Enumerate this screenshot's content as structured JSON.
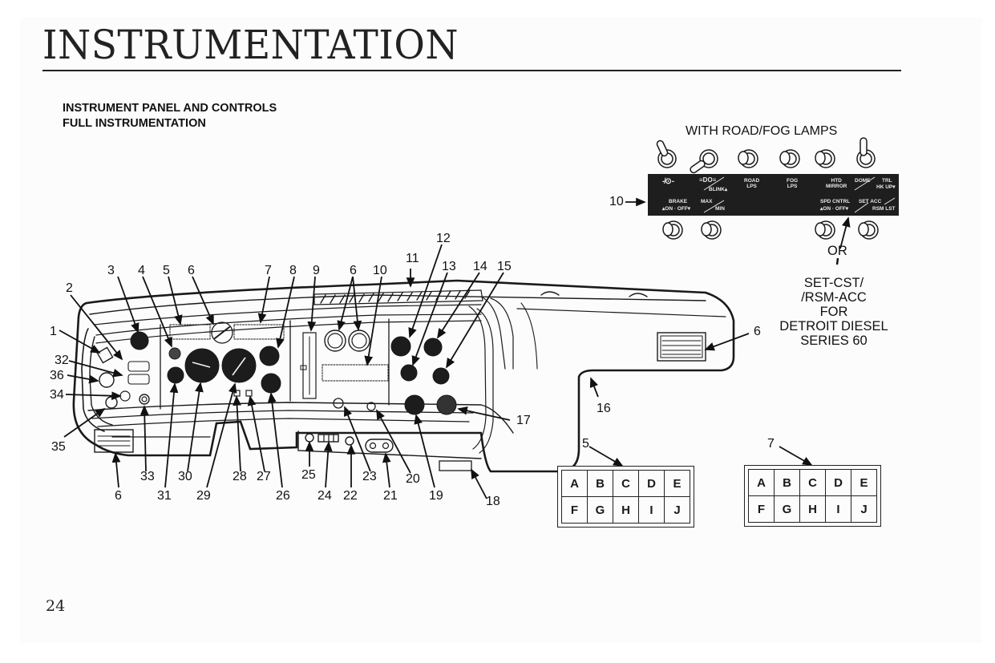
{
  "page": {
    "title": "INSTRUMENTATION",
    "subtitle_line1": "INSTRUMENT PANEL AND CONTROLS",
    "subtitle_line2": "FULL INSTRUMENTATION",
    "page_number": "24"
  },
  "switch_panel": {
    "heading": "WITH ROAD/FOG LAMPS",
    "callout": "10",
    "labels": {
      "dome_light_icon": "-̸⊙-",
      "headlamp_icon": "≡DO≡",
      "blink": "BLINK▴",
      "road_lps": "ROAD\nLPS",
      "fog_lps": "FOG\nLPS",
      "htd_mirror": "HTD\nMIRROR",
      "dome": "DOME",
      "trl": "TRL",
      "hk_up": "HK UP▾",
      "brake": "BRAKE",
      "brake_state": "▴ON · OFF▾",
      "max": "MAX",
      "min": "MIN",
      "spd_cntrl": "SPD CNTRL",
      "spd_state": "▴ON · OFF▾",
      "set_acc": "SET ACC",
      "rsm_lst": "RSM LST"
    },
    "alternate": {
      "or": "OR",
      "line1": "SET-CST/",
      "line2": "/RSM-ACC",
      "line3": "FOR",
      "line4": "DETROIT DIESEL",
      "line5": "SERIES 60"
    }
  },
  "callouts": {
    "top": [
      "3",
      "4",
      "5",
      "6",
      "7",
      "8",
      "9",
      "6",
      "10",
      "11",
      "12",
      "13",
      "14",
      "15"
    ],
    "left": [
      "2",
      "1",
      "32",
      "36",
      "34",
      "35"
    ],
    "right": [
      "6",
      "16",
      "17"
    ],
    "bottom_row1": [
      "33",
      "30",
      "28",
      "27",
      "25",
      "23",
      "20"
    ],
    "bottom_row2": [
      "6",
      "31",
      "29",
      "26",
      "24",
      "22",
      "21",
      "19",
      "18"
    ]
  },
  "indicator_grids": [
    {
      "callout": "5",
      "row1": [
        "A",
        "B",
        "C",
        "D",
        "E"
      ],
      "row2": [
        "F",
        "G",
        "H",
        "I",
        "J"
      ]
    },
    {
      "callout": "7",
      "row1": [
        "A",
        "B",
        "C",
        "D",
        "E"
      ],
      "row2": [
        "F",
        "G",
        "H",
        "I",
        "J"
      ]
    }
  ]
}
